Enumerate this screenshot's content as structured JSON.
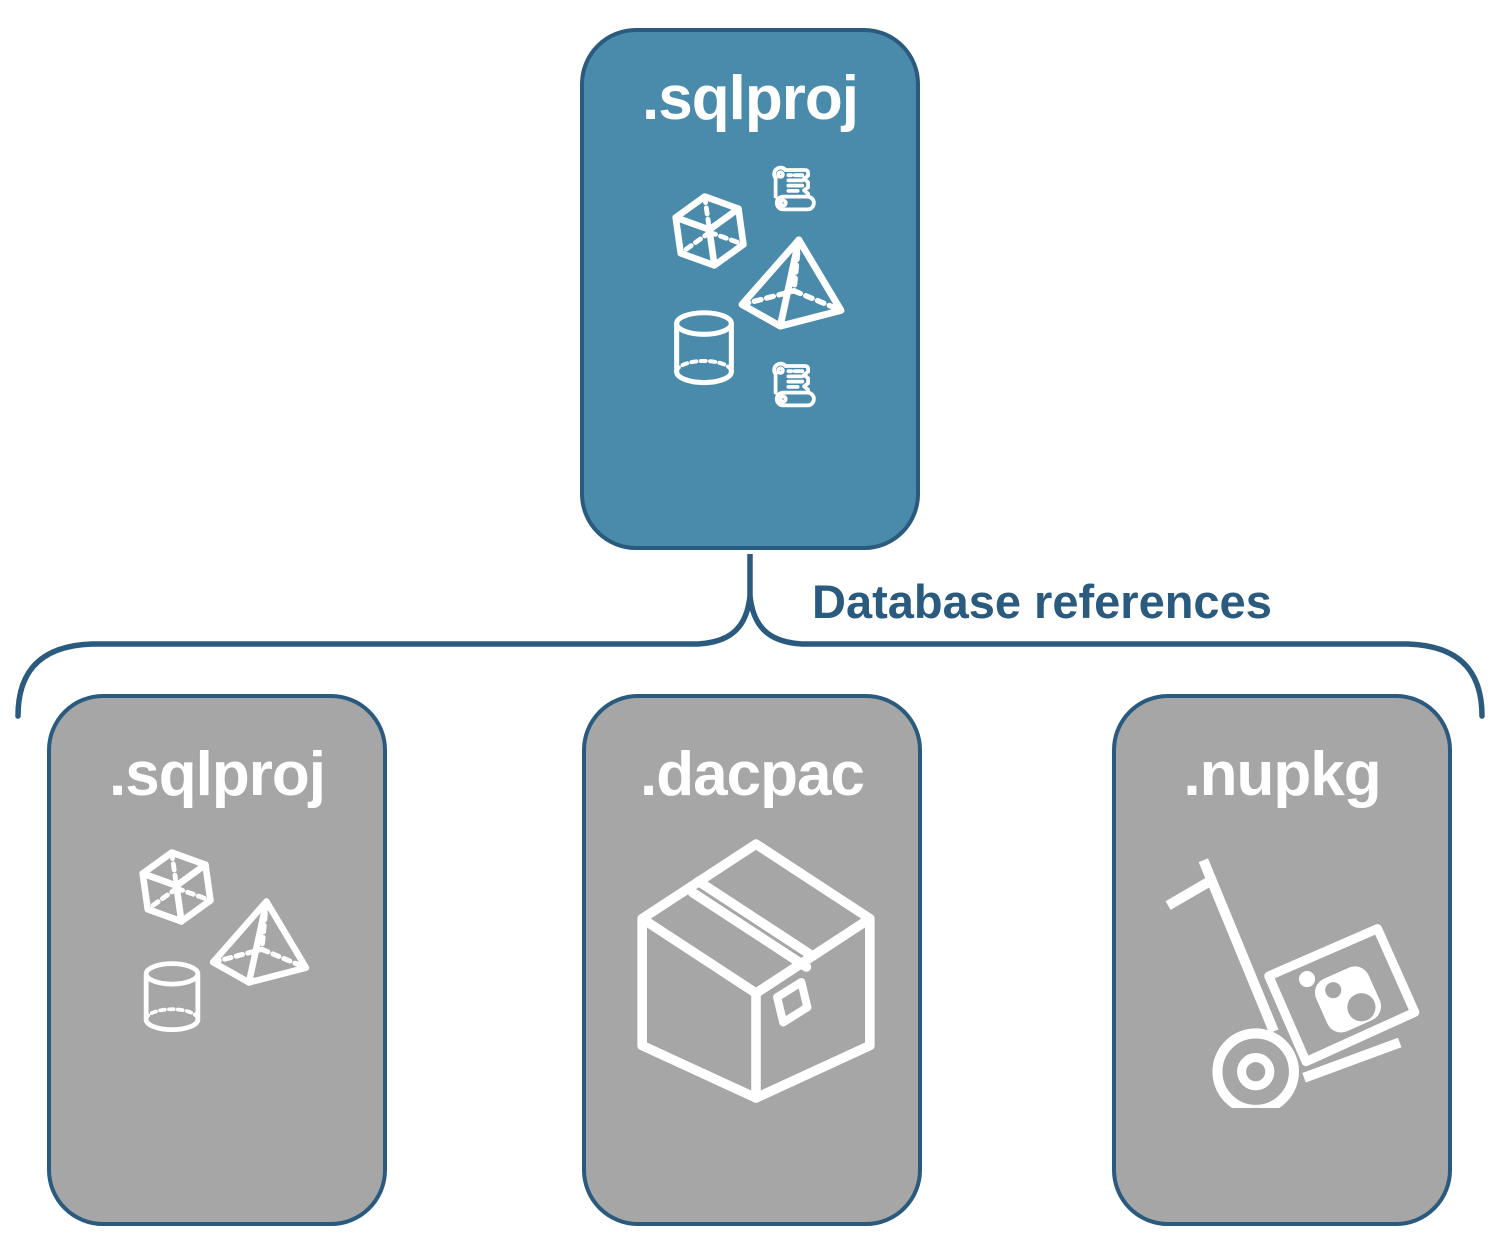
{
  "diagram": {
    "background_color": "#FFFFFF",
    "colors": {
      "accent_teal": "#4A8BAB",
      "outline_blue": "#2A5A7E",
      "card_gray": "#A6A6A6",
      "icon_white": "#FFFFFF"
    },
    "root_card": {
      "label": ".sqlproj",
      "icons": [
        "cube-icon",
        "scroll-icon",
        "pyramid-icon",
        "cylinder-icon",
        "scroll-icon"
      ]
    },
    "connector": {
      "type": "curly-brace",
      "label": "Database references"
    },
    "child_cards": [
      {
        "label": ".sqlproj",
        "icons": [
          "cube-icon",
          "pyramid-icon",
          "cylinder-icon"
        ]
      },
      {
        "label": ".dacpac",
        "icons": [
          "package-box-icon"
        ]
      },
      {
        "label": ".nupkg",
        "icons": [
          "nuget-handtruck-icon"
        ]
      }
    ]
  }
}
